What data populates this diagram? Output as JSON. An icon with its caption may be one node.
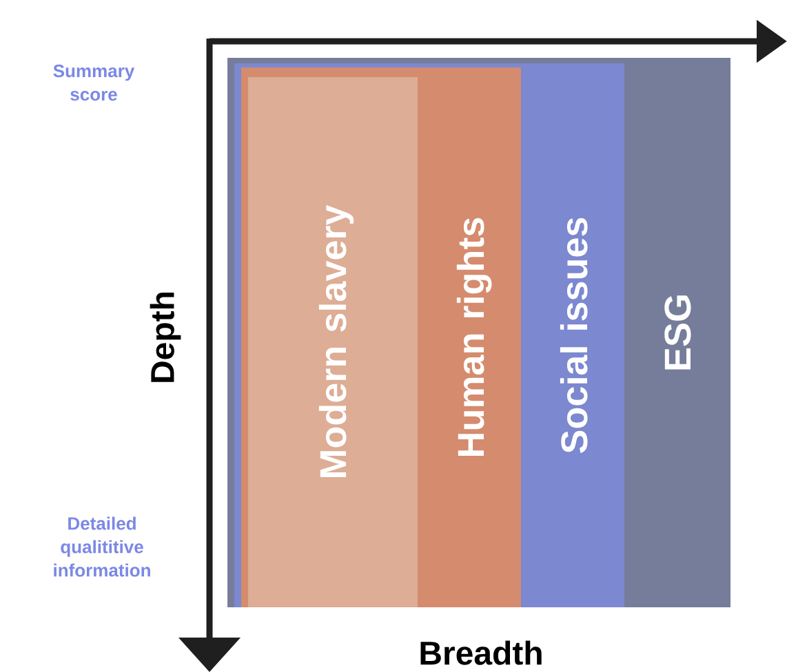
{
  "diagram": {
    "nodes": [
      {
        "text": [
          "ESG"
        ]
      },
      {
        "text": [
          "Social issues"
        ],
        "in": 0
      },
      {
        "text": [
          "Human rights"
        ],
        "in": 1
      },
      {
        "text": [
          "Modern slavery"
        ],
        "in": 2
      }
    ],
    "labels": [
      "Summary score",
      "Depth",
      "Detailed qualititive information",
      "Breadth"
    ]
  }
}
